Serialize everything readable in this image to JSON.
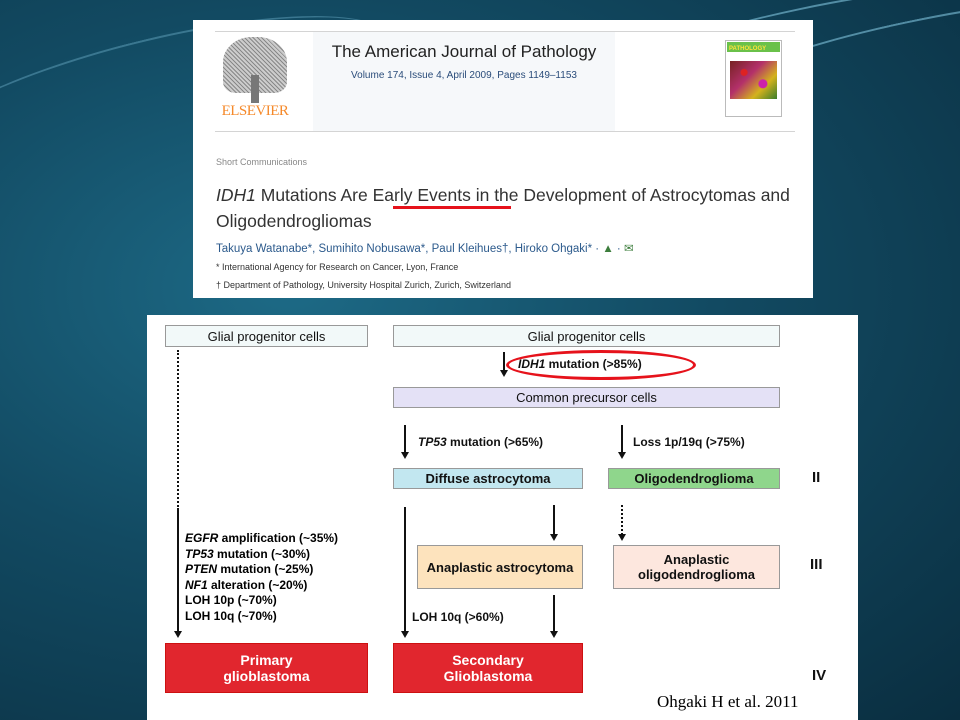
{
  "paper": {
    "publisher": "ELSEVIER",
    "journal": "The American Journal of Pathology",
    "volume_info": "Volume 174, Issue 4, April 2009, Pages 1149–1153",
    "cover_title": "PATHOLOGY",
    "section": "Short Communications",
    "title_gene": "IDH1",
    "title_pre": " Mutations Are ",
    "title_highlight": "Early Events",
    "title_post": " in the Development of Astrocytomas and Oligodendrogliomas",
    "authors": "Takuya Watanabe*, Sumihito Nobusawa*, Paul Kleihues†, Hiroko Ohgaki* ·",
    "affiliations": [
      "* International Agency for Research on Cancer, Lyon, France",
      "† Department of Pathology, University Hospital Zurich, Zurich, Switzerland"
    ]
  },
  "diagram": {
    "left_progenitor": "Glial progenitor cells",
    "right_progenitor": "Glial progenitor cells",
    "idh1_gene": "IDH1",
    "idh1_text": " mutation (>85%)",
    "precursor": "Common precursor cells",
    "tp53_gene": "TP53",
    "tp53_text": " mutation (>65%)",
    "loss": "Loss 1p/19q (>75%)",
    "diffuse": "Diffuse astrocytoma",
    "oligo": "Oligodendroglioma",
    "anaplastic_astro": "Anaplastic astrocytoma",
    "anaplastic_oligo": "Anaplastic oligodendroglioma",
    "primary_alterations": [
      {
        "gene": "EGFR",
        "text": " amplification (~35%)"
      },
      {
        "gene": "TP53",
        "text": " mutation (~30%)"
      },
      {
        "gene": "PTEN",
        "text": " mutation (~25%)"
      },
      {
        "gene": "NF1",
        "text": " alteration (~20%)"
      },
      {
        "gene": "",
        "text": "LOH 10p (~70%)"
      },
      {
        "gene": "",
        "text": "LOH 10q (~70%)"
      }
    ],
    "loh_secondary": "LOH 10q (>60%)",
    "primary_gbm": "Primary glioblastoma",
    "secondary_gbm": "Secondary Glioblastoma",
    "grades": [
      "II",
      "III",
      "IV"
    ]
  },
  "citation": "Ohgaki H et al. 2011",
  "colors": {
    "highlight": "#e6121b",
    "glioblastoma": "#e1262e",
    "oligo": "#8fd68c",
    "diffuse": "#c2e7f0",
    "anaplastic_astro": "#fde3bd",
    "anaplastic_oligo": "#fde7de",
    "precursor": "#e4e1f6"
  }
}
